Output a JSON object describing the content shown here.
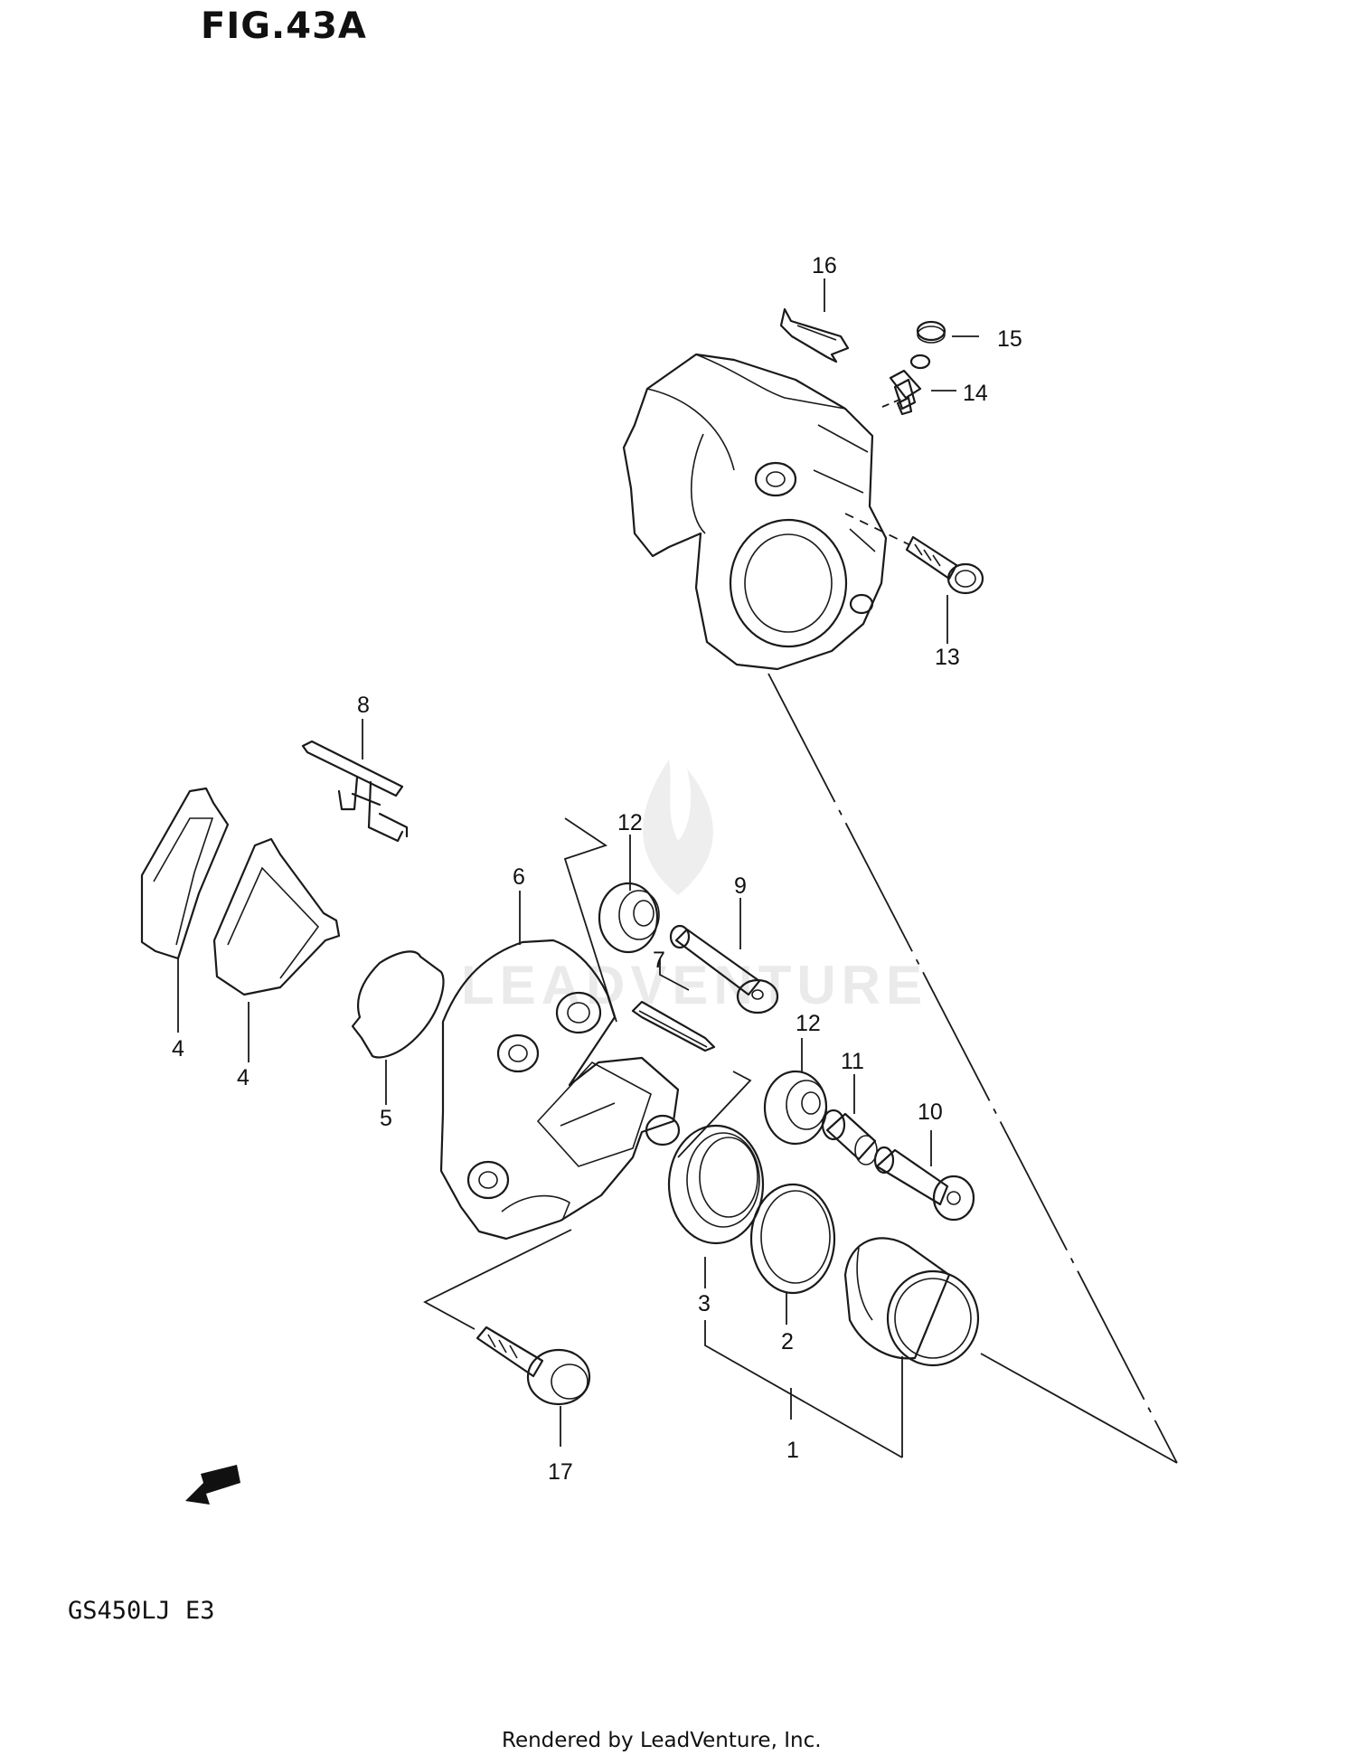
{
  "figure": {
    "title": "FIG.43A",
    "model_code": "GS450LJ E3",
    "footer": "Rendered by LeadVenture, Inc.",
    "watermark": "LEADVENTURE",
    "fwd_label": "FWD"
  },
  "callouts": {
    "c1": "1",
    "c2": "2",
    "c3": "3",
    "c4a": "4",
    "c4b": "4",
    "c5": "5",
    "c6": "6",
    "c7": "7",
    "c8": "8",
    "c9": "9",
    "c10": "10",
    "c11": "11",
    "c12a": "12",
    "c12b": "12",
    "c13": "13",
    "c14": "14",
    "c15": "15",
    "c16": "16",
    "c17": "17"
  }
}
